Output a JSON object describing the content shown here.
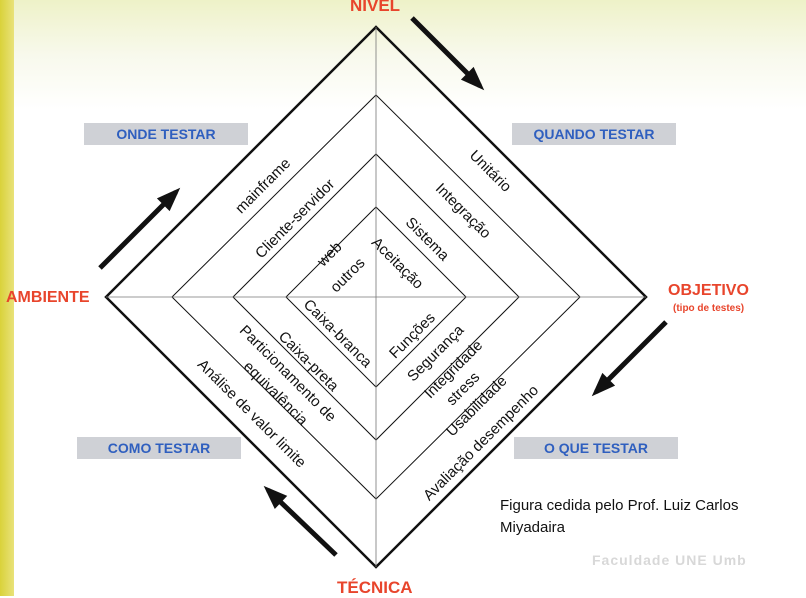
{
  "axes": {
    "top": "NÍVEL",
    "left": "AMBIENTE",
    "right": "OBJETIVO",
    "right_sub": "(tipo de testes)",
    "bottom": "TÉCNICA"
  },
  "quadrant_labels": {
    "top_left": "ONDE TESTAR",
    "top_right": "QUANDO TESTAR",
    "bottom_left": "COMO TESTAR",
    "bottom_right": "O QUE TESTAR"
  },
  "ambiente": [
    "mainframe",
    "Cliente-servidor",
    "web",
    "outros"
  ],
  "nivel": [
    "Unitário",
    "Integração",
    "Sistema",
    "Aceitação"
  ],
  "tecnica": [
    "Análise de valor limite",
    "Particionamento de",
    "equivalência",
    "Caixa-preta",
    "Caixa-branca"
  ],
  "objetivo": [
    "Avaliação desempenho",
    "Usabilidade",
    "stress",
    "Integridade",
    "Segurança",
    "Funções"
  ],
  "credit": [
    "Figura cedida pelo Prof. Luiz Carlos",
    "Miyadaira"
  ],
  "faded_text": "Faculdade UNE Umb"
}
